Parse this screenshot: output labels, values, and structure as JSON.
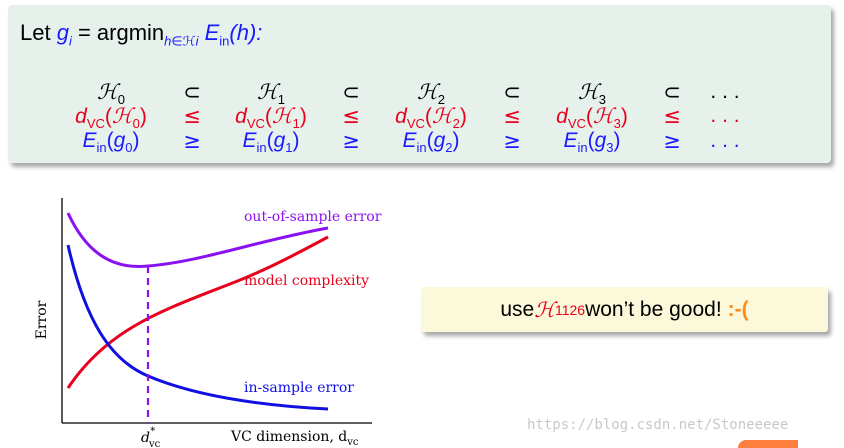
{
  "header": {
    "prefix": "Let ",
    "g": "g",
    "g_sub": "i",
    "equals": " = argmin",
    "argmin_sub": "h∈ℋi",
    "E": "E",
    "E_sub": "in",
    "arg": "(h):"
  },
  "table": {
    "columns": [
      {
        "h_sym": "ℋ",
        "idx": "0"
      },
      {
        "h_sym": "ℋ",
        "idx": "1"
      },
      {
        "h_sym": "ℋ",
        "idx": "2"
      },
      {
        "h_sym": "ℋ",
        "idx": "3"
      }
    ],
    "row0_op": "⊂",
    "row1_op": "≤",
    "row2_op": "≥",
    "ellipsis": ". . .",
    "dvc_d": "d",
    "dvc_sub": "VC",
    "ein_E": "E",
    "ein_sub": "in",
    "g_sym": "g"
  },
  "chart_data": {
    "type": "line",
    "series": [
      {
        "name": "out-of-sample error",
        "color": "#8b12f0"
      },
      {
        "name": "model complexity",
        "color": "#e8001c"
      },
      {
        "name": "in-sample error",
        "color": "#1010e0"
      }
    ],
    "ylabel": "Error",
    "xlabel": "VC dimension, d",
    "xlabel_sub": "vc",
    "optimum_label": "d",
    "optimum_sub": "vc",
    "optimum_sup": "*"
  },
  "note": {
    "prefix": "use ",
    "h_sym": "ℋ",
    "h_sub": "1126",
    "suffix": " won’t be good!",
    "emoticon": ":-("
  },
  "watermark": "https://blog.csdn.net/Stoneeeee"
}
